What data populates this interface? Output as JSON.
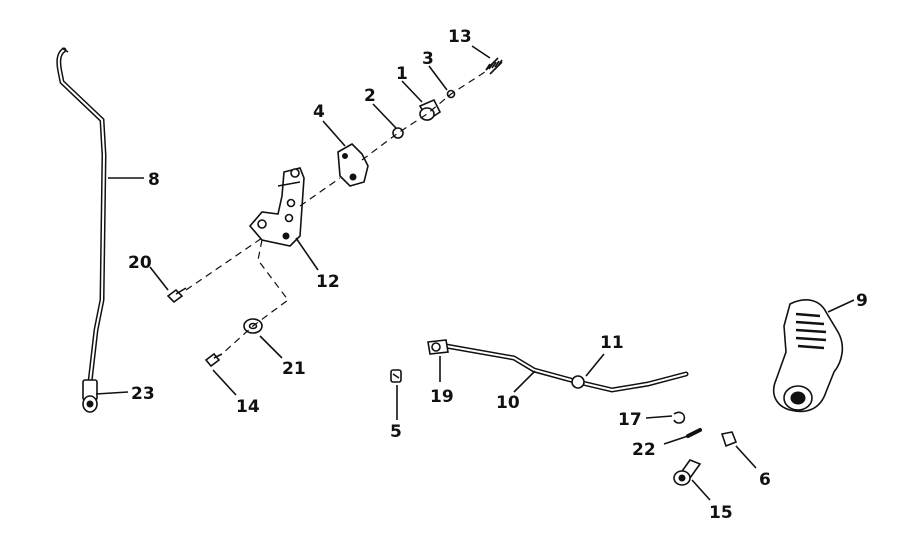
{
  "callouts": {
    "c1": "1",
    "c2": "2",
    "c3": "3",
    "c4": "4",
    "c5": "5",
    "c6": "6",
    "c8": "8",
    "c9": "9",
    "c10": "10",
    "c11": "11",
    "c12": "12",
    "c13": "13",
    "c14": "14",
    "c15": "15",
    "c17": "17",
    "c19": "19",
    "c20": "20",
    "c21": "21",
    "c22": "22",
    "c23": "23"
  },
  "colors": {
    "ink": "#111111",
    "paper": "#ffffff"
  }
}
